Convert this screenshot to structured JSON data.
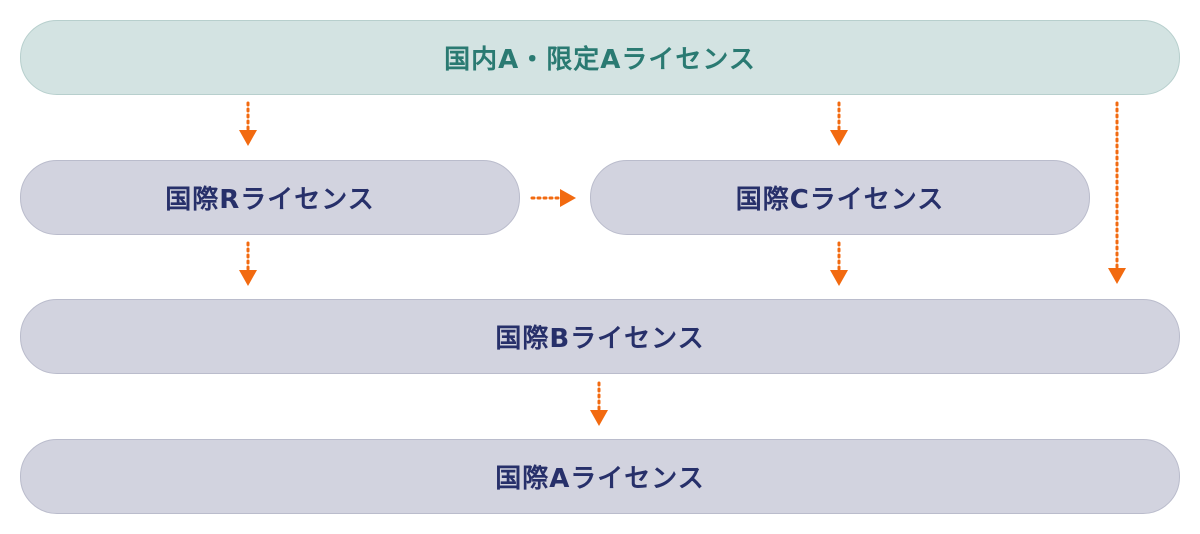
{
  "boxes": {
    "domestic_limited_a": "国内A・限定Aライセンス",
    "intl_r": "国際Rライセンス",
    "intl_c": "国際Cライセンス",
    "intl_b": "国際Bライセンス",
    "intl_a": "国際Aライセンス"
  },
  "colors": {
    "arrow": "#f26a10",
    "domestic_fill": "#d3e3e2",
    "domestic_text": "#2a7a72",
    "intl_fill": "#d2d3df",
    "intl_text": "#27306a"
  },
  "flows": [
    {
      "from": "domestic_limited_a",
      "to": "intl_r"
    },
    {
      "from": "domestic_limited_a",
      "to": "intl_c"
    },
    {
      "from": "domestic_limited_a",
      "to": "intl_b"
    },
    {
      "from": "intl_r",
      "to": "intl_c"
    },
    {
      "from": "intl_r",
      "to": "intl_b"
    },
    {
      "from": "intl_c",
      "to": "intl_b"
    },
    {
      "from": "intl_b",
      "to": "intl_a"
    }
  ]
}
